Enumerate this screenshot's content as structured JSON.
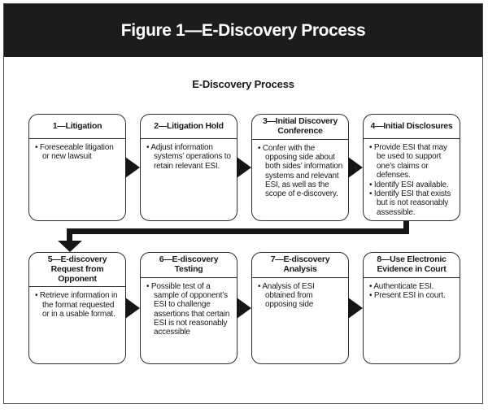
{
  "banner": {
    "title": "Figure 1—E-Discovery Process"
  },
  "diagram": {
    "title": "E-Discovery Process",
    "boxes": [
      {
        "header": "1—Litigation",
        "bullets": [
          "Foreseeable litigation or new lawsuit"
        ]
      },
      {
        "header": "2—Litigation Hold",
        "bullets": [
          "Adjust information systems’ operations to retain relevant ESI."
        ]
      },
      {
        "header": "3—Initial Discovery Conference",
        "bullets": [
          "Confer with the opposing side about both sides’ information systems and relevant ESI, as well as the scope of e-discovery."
        ]
      },
      {
        "header": "4—Initial Disclosures",
        "bullets": [
          "Provide ESI that may be used to support one’s claims or defenses.",
          "Identify ESI available.",
          "Identify ESI that exists but is not reasonably assessible."
        ]
      },
      {
        "header": "5—E-discovery Request from Opponent",
        "bullets": [
          "Retrieve information in the format requested or in a usable format."
        ]
      },
      {
        "header": "6—E-discovery Testing",
        "bullets": [
          "Possible test of a sample of opponent’s ESI to challenge assertions that certain ESI is not reasonably accessible"
        ]
      },
      {
        "header": "7—E-discovery Analysis",
        "bullets": [
          "Analysis of ESI obtained from opposing side"
        ]
      },
      {
        "header": "8—Use Electronic Evidence in Court",
        "bullets": [
          "Authenticate ESI.",
          "Present ESI in court."
        ]
      }
    ]
  },
  "colors": {
    "banner_bg": "#1d1c1d",
    "banner_text": "#ffffff",
    "line": "#2e2e2e",
    "arrow": "#161616",
    "frame": "#474747",
    "text": "#1a1a1a",
    "bg": "#ffffff"
  }
}
